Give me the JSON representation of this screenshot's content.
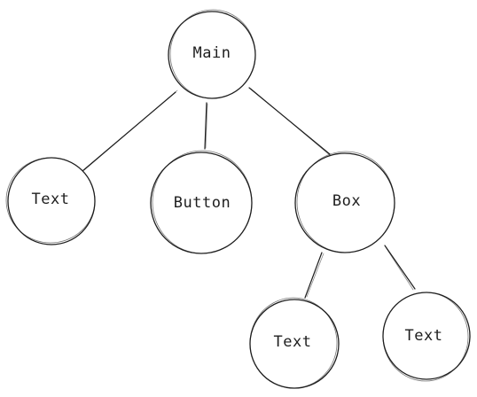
{
  "diagram": {
    "type": "tree",
    "nodes": [
      {
        "id": "main",
        "label": "Main"
      },
      {
        "id": "text1",
        "label": "Text"
      },
      {
        "id": "button",
        "label": "Button"
      },
      {
        "id": "box",
        "label": "Box"
      },
      {
        "id": "text2",
        "label": "Text"
      },
      {
        "id": "text3",
        "label": "Text"
      }
    ],
    "edges": [
      {
        "from": "main",
        "to": "text1"
      },
      {
        "from": "main",
        "to": "button"
      },
      {
        "from": "main",
        "to": "box"
      },
      {
        "from": "box",
        "to": "text2"
      },
      {
        "from": "box",
        "to": "text3"
      }
    ],
    "colors": {
      "stroke": "#1e1e1e",
      "background": "#ffffff"
    }
  }
}
